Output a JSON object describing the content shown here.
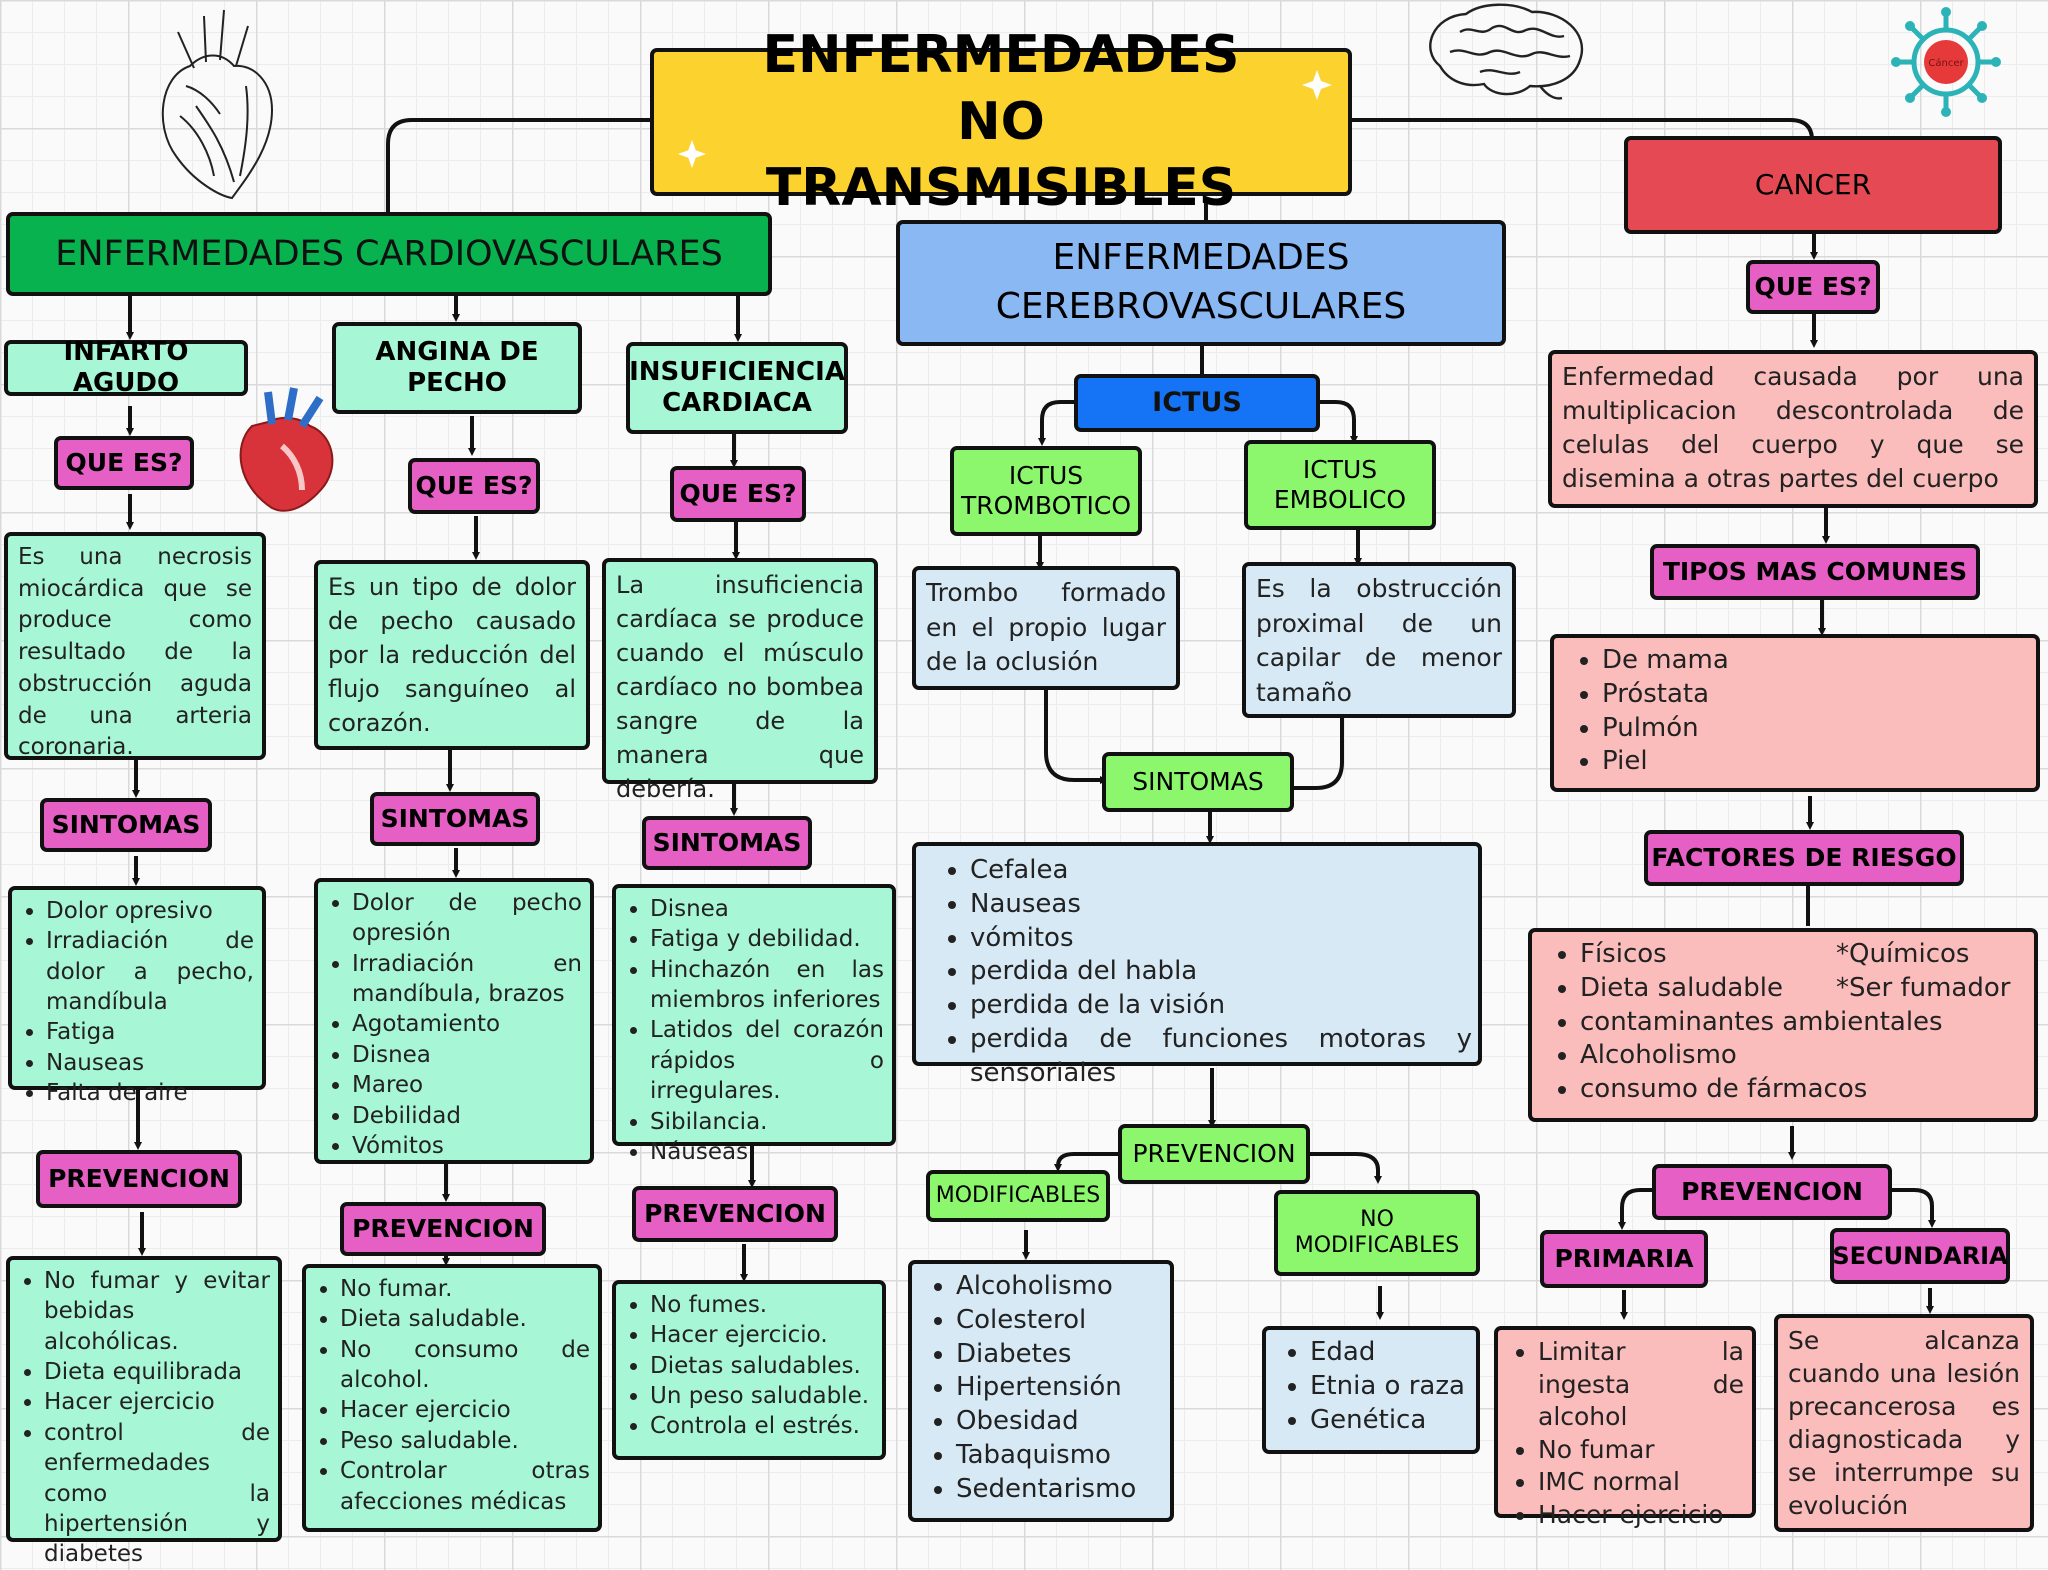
{
  "title": "ENFERMEDADES NO TRANSMISIBLES",
  "que_es": "QUE ES?",
  "sintomas": "SINTOMAS",
  "prevencion": "PREVENCION",
  "cardio": {
    "heading": "ENFERMEDADES CARDIOVASCULARES",
    "infarto": {
      "name": "INFARTO AGUDO",
      "def": "Es una necrosis miocárdica que se produce como resultado de la obstrucción aguda de una arteria coronaria.",
      "symptoms": [
        "Dolor opresivo",
        "Irradiación de dolor a pecho, mandíbula",
        "Fatiga",
        "Nauseas",
        "Falta de aire"
      ],
      "prevention": [
        "No fumar y evitar bebidas alcohólicas.",
        "Dieta equilibrada",
        "Hacer ejercicio",
        "control de enfermedades como la hipertensión y diabetes"
      ]
    },
    "angina": {
      "name": "ANGINA DE PECHO",
      "def": "Es un tipo de dolor de pecho causado por la reducción del flujo sanguíneo al corazón.",
      "symptoms": [
        "Dolor de pecho opresión",
        "Irradiación en mandíbula, brazos",
        "Agotamiento",
        "Disnea",
        "Mareo",
        "Debilidad",
        "Vómitos"
      ],
      "prevention": [
        "No fumar.",
        "Dieta saludable.",
        "No consumo de alcohol.",
        "Hacer ejercicio",
        "Peso saludable.",
        "Controlar otras afecciones médicas"
      ]
    },
    "insuficiencia": {
      "name": "INSUFICIENCIA CARDIACA",
      "def": "La insuficiencia cardíaca se produce cuando el músculo cardíaco no bombea sangre de la manera que debería.",
      "symptoms": [
        "Disnea",
        "Fatiga y debilidad.",
        "Hinchazón en las miembros inferiores",
        "Latidos del corazón rápidos o irregulares.",
        "Sibilancia.",
        "Náuseas"
      ],
      "prevention": [
        "No fumes.",
        "Hacer ejercicio.",
        "Dietas saludables.",
        "Un peso saludable.",
        "Controla el estrés."
      ]
    }
  },
  "cerebro": {
    "heading": "ENFERMEDADES CEREBROVASCULARES",
    "ictus": "ICTUS",
    "trombotico": {
      "name": "ICTUS TROMBOTICO",
      "def": "Trombo formado en el propio lugar de la oclusión"
    },
    "embolico": {
      "name": "ICTUS EMBOLICO",
      "def": "Es la obstrucción proximal de un capilar de menor tamaño"
    },
    "symptoms": [
      "Cefalea",
      "Nauseas",
      "vómitos",
      "perdida del habla",
      "perdida de la visión",
      "perdida de funciones motoras y sensoriales"
    ],
    "modificables": {
      "name": "MODIFICABLES",
      "items": [
        "Alcoholismo",
        "Colesterol",
        "Diabetes",
        "Hipertensión",
        "Obesidad",
        "Tabaquismo",
        "Sedentarismo"
      ]
    },
    "no_modificables": {
      "name": "NO MODIFICABLES",
      "items": [
        "Edad",
        "Etnia o raza",
        "Genética"
      ]
    }
  },
  "cancer": {
    "heading": "CANCER",
    "def": "Enfermedad causada por una multiplicacion descontrolada de celulas del cuerpo y que se disemina a otras partes del cuerpo",
    "tipos_label": "TIPOS MAS COMUNES",
    "tipos": [
      "De mama",
      "Próstata",
      "Pulmón",
      "Piel"
    ],
    "factores_label": "FACTORES DE RIESGO",
    "factores": [
      [
        "Físicos",
        "*Químicos"
      ],
      [
        "Dieta saludable",
        "*Ser fumador"
      ]
    ],
    "factores_extra": [
      "contaminantes ambientales",
      "Alcoholismo",
      "consumo de fármacos"
    ],
    "primaria": {
      "name": "PRIMARIA",
      "items": [
        "Limitar la ingesta de alcohol",
        "No fumar",
        "IMC normal",
        "Hacer ejercicio"
      ]
    },
    "secundaria": {
      "name": "SECUNDARIA",
      "def": "Se alcanza cuando una lesión precancerosa es diagnosticada y se interrumpe su evolución"
    },
    "logo_text": "Cáncer"
  },
  "colors": {
    "title": "#fcd22e",
    "cardio": "#07b24f",
    "cerebro": "#8ab8f2",
    "ictus": "#1474f5",
    "cancer": "#e54a54",
    "label": "#e55fc4",
    "mint": "#a7f7d6",
    "salmon": "#fbbcbc",
    "lblue": "#d6e9f5",
    "lgreen": "#8cf76d"
  }
}
